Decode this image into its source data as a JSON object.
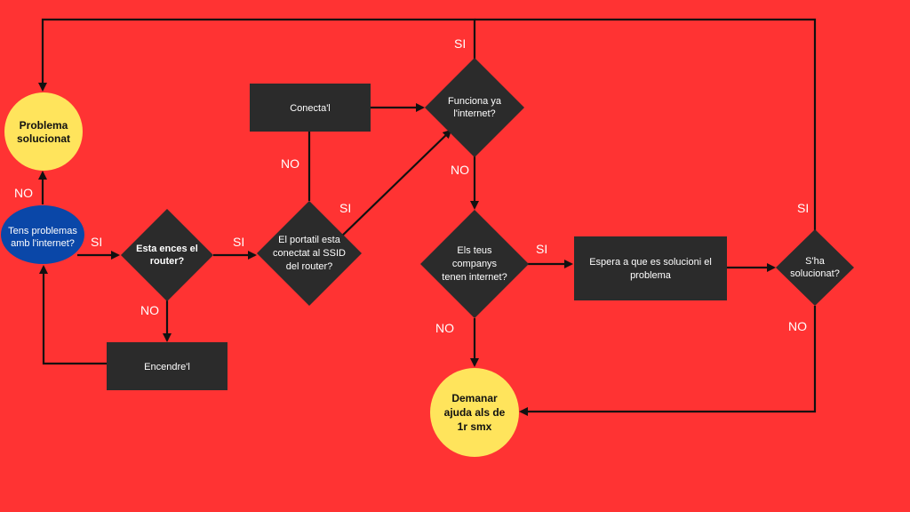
{
  "colors": {
    "background": "#ff3333",
    "box": "#2b2b2b",
    "start_fill": "#0a47a8",
    "end_fill": "#ffe45c",
    "edge": "#111111",
    "label": "#ffffff"
  },
  "nodes": {
    "start": [
      "Tens problemas",
      "amb l'internet?"
    ],
    "router_on": [
      "Esta ences el",
      "router?"
    ],
    "turn_on": [
      "Encendre'l"
    ],
    "ssid": [
      "El portatil esta",
      "conectat al SSID",
      "del router?"
    ],
    "connect": [
      "Conecta'l"
    ],
    "works": [
      "Funciona ya",
      "l'internet?"
    ],
    "mates": [
      "Els teus",
      "companys",
      "tenen internet?"
    ],
    "wait": [
      "Espera a que es solucioni el",
      "problema"
    ],
    "solved_q": [
      "S'ha",
      "solucionat?"
    ],
    "solved": [
      "Problema",
      "solucionat"
    ],
    "help": [
      "Demanar",
      "ajuda als de",
      "1r smx"
    ]
  },
  "edge_labels": {
    "start_no": "NO",
    "start_si": "SI",
    "router_si": "SI",
    "router_no": "NO",
    "ssid_no": "NO",
    "ssid_si": "SI",
    "works_si": "SI",
    "works_no": "NO",
    "mates_si": "SI",
    "mates_no": "NO",
    "solved_si": "SI",
    "solved_no": "NO"
  }
}
